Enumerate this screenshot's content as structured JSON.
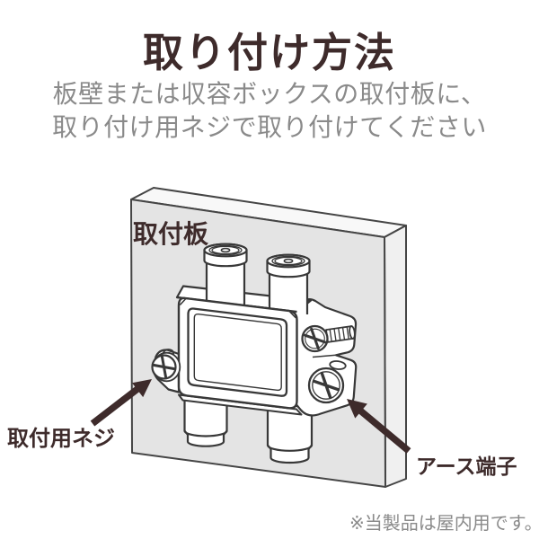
{
  "header": {
    "title": "取り付け方法",
    "subtitle_lines": [
      "板壁または収容ボックスの取付板に、",
      "取り付け用ネジで取り付けてください"
    ]
  },
  "diagram": {
    "board_label": "取付板",
    "mounting_screw_label": "取付用ネジ",
    "earth_terminal_label": "アース端子"
  },
  "footnote": "※当製品は屋内用です。",
  "colors": {
    "accent_brown": "#3e2b2b",
    "text_gray": "#8a8a8a",
    "board_fill": "#e4e4e4",
    "line_art": "#383838"
  }
}
